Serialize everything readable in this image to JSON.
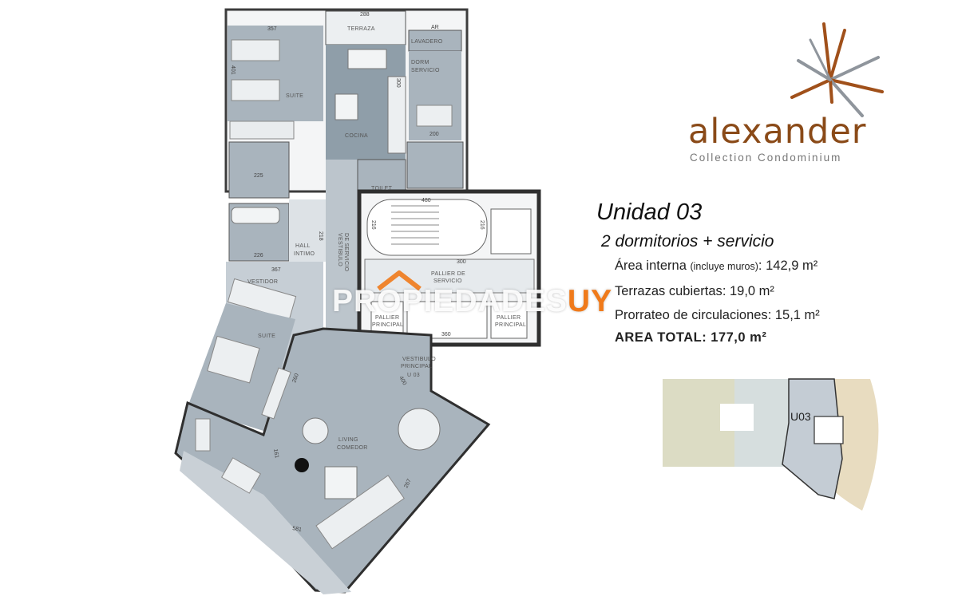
{
  "brand": {
    "name": "alexander",
    "subtitle": "Collection Condominium",
    "colors": {
      "brand": "#8a4a18",
      "accent": "#a0501a",
      "gray": "#8f959c"
    }
  },
  "unit": {
    "title": "Unidad 03",
    "subtitle": "2 dormitorios + servicio",
    "areas": [
      {
        "label": "Área interna",
        "note": "(incluye muros)",
        "value": ": 142,9 m²"
      },
      {
        "label": "Terrazas cubiertas",
        "note": "",
        "value": ": 19,0 m²"
      },
      {
        "label": "Prorrateo de circulaciones",
        "note": "",
        "value": ": 15,1 m²"
      }
    ],
    "total": {
      "label": "AREA  TOTAL",
      "value": ": 177,0 m²"
    }
  },
  "watermark": {
    "text": "PROPIEDADES",
    "suffix": "UY"
  },
  "floorplan": {
    "rooms": {
      "terraza": "TERRAZA",
      "lavadero": "LAVADERO",
      "dorm_servicio_1": "DORM",
      "dorm_servicio_2": "SERVICIO",
      "suite_top": "SUITE",
      "cocina": "COCINA",
      "toilet": "TOILET",
      "hall_1": "HALL",
      "hall_2": "INTIMO",
      "vestibulo_servicio_1": "VESTIBULO",
      "vestibulo_servicio_2": "DE SERVICIO",
      "palier_servicio_1": "PALLIER DE",
      "palier_servicio_2": "SERVICIO",
      "palier_principal_l1": "PALLIER",
      "palier_principal_l2": "PRINCIPAL",
      "palier_principal_r1": "PALLIER",
      "palier_principal_r2": "PRINCIPAL",
      "vestidor": "VESTIDOR",
      "suite_bottom": "SUITE",
      "vestibulo_principal_1": "VESTIBULO",
      "vestibulo_principal_2": "PRINCIPAL",
      "unit_ref": "U 03",
      "living_1": "LIVING",
      "living_2": "COMEDOR"
    },
    "dimensions": {
      "d_top_left": "357",
      "d_top_terraza": "288",
      "d_lavadero": "AR",
      "d_side_suite": "401",
      "d_cocina": "300",
      "d_dorm": "200",
      "d_bano1": "225",
      "d_bano2": "226",
      "d_hall": "218",
      "d_vestidor": "367",
      "d_escalera": "480",
      "d_esc_l": "216",
      "d_esc_r": "216",
      "d_palier": "300",
      "d_palier_bottom": "360",
      "d_living_a": "161",
      "d_living_b": "581",
      "d_living_c": "267",
      "d_diag": "400",
      "d_placard": "260"
    }
  },
  "key_plan": {
    "unit_label": "U03"
  }
}
